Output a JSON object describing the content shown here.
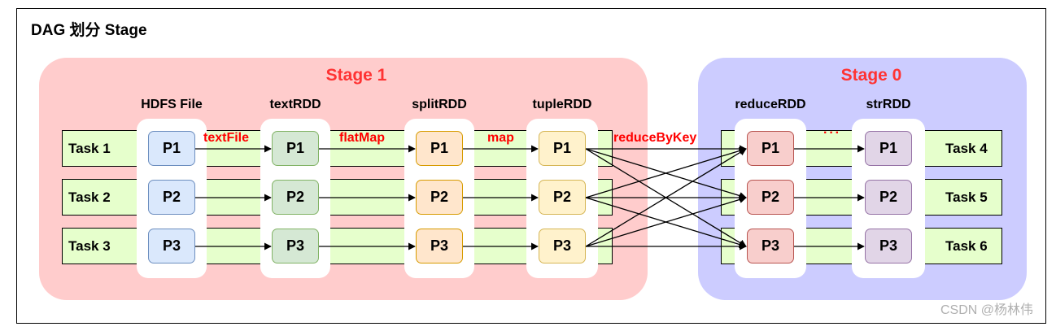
{
  "title": "DAG 划分 Stage",
  "stages": [
    {
      "label": "Stage 1",
      "fill": "#ffcccc",
      "text_color": "#ff3333"
    },
    {
      "label": "Stage 0",
      "fill": "#ccccff",
      "text_color": "#ff3333"
    }
  ],
  "tasks": [
    "Task 1",
    "Task 2",
    "Task 3",
    "Task 4",
    "Task 5",
    "Task 6"
  ],
  "columns": [
    {
      "label": "HDFS File",
      "fill": "#dae8fc",
      "stroke": "#6c8ebf"
    },
    {
      "label": "textRDD",
      "fill": "#d5e8d4",
      "stroke": "#82b366"
    },
    {
      "label": "splitRDD",
      "fill": "#ffe6cc",
      "stroke": "#d79b00"
    },
    {
      "label": "tupleRDD",
      "fill": "#fff2cc",
      "stroke": "#d6b656"
    },
    {
      "label": "reduceRDD",
      "fill": "#f8cecc",
      "stroke": "#b85450"
    },
    {
      "label": "strRDD",
      "fill": "#e1d5e7",
      "stroke": "#9673a6"
    }
  ],
  "partitions": [
    "P1",
    "P2",
    "P3"
  ],
  "operations": [
    "textFile",
    "flatMap",
    "map",
    "reduceByKey",
    "···"
  ],
  "watermark": "CSDN @杨林伟"
}
